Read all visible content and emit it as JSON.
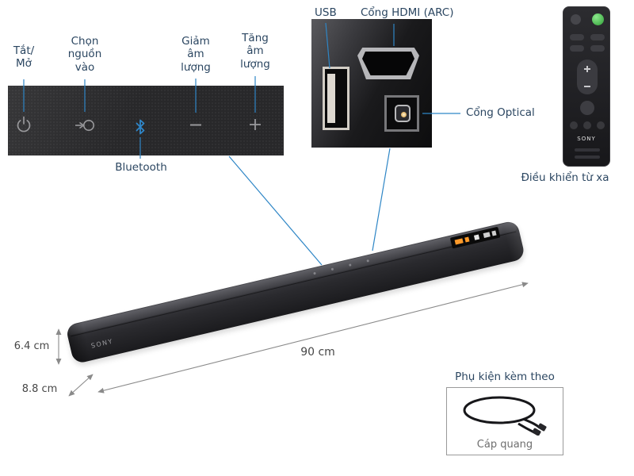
{
  "colors": {
    "leader_blue": "#2e86c6",
    "label_text": "#2b4661",
    "bluetooth_blue": "#2f86c8",
    "remote_power_green": "#3fbf49",
    "display_orange": "#ff9a2a"
  },
  "control_panel": {
    "labels": {
      "power": "Tắt/ Mở",
      "input": "Chọn nguồn vào",
      "volume_down": "Giảm âm lượng",
      "volume_up": "Tăng âm lượng",
      "bluetooth": "Bluetooth"
    }
  },
  "ports": {
    "usb": "USB",
    "hdmi": "Cổng HDMI (ARC)",
    "optical": "Cổng Optical"
  },
  "remote": {
    "label": "Điều khiển từ xa",
    "brand": "SONY"
  },
  "soundbar": {
    "brand": "SONY",
    "length": "90 cm",
    "height": "6.4 cm",
    "depth": "8.8 cm"
  },
  "accessories": {
    "title": "Phụ kiện kèm theo",
    "item": "Cáp quang"
  }
}
